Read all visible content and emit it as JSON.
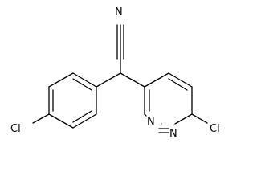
{
  "molecule": {
    "labels": {
      "nitrile_n": "N",
      "cl_left": "Cl",
      "cl_right": "Cl",
      "ring_n1": "N",
      "ring_n2": "N"
    },
    "colors": {
      "line": "#000000",
      "background": "#ffffff"
    }
  }
}
